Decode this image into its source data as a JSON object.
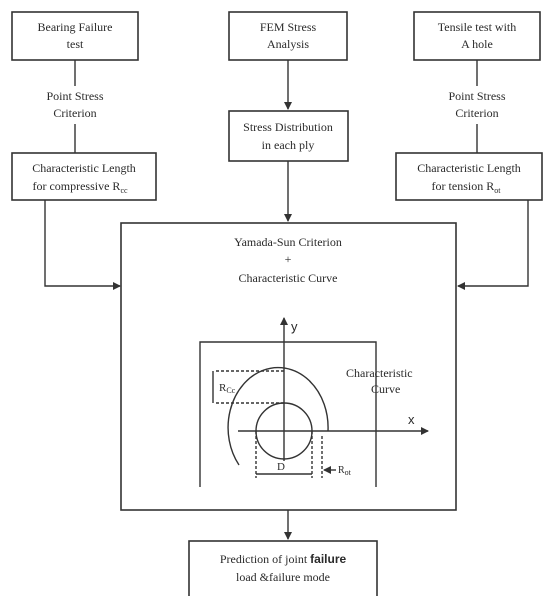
{
  "boxes": {
    "bearing_failure": {
      "line1": "Bearing Failure",
      "line2": "test"
    },
    "fem_stress": {
      "line1": "FEM Stress",
      "line2": "Analysis"
    },
    "tensile_test": {
      "line1": "Tensile test with",
      "line2": "A hole"
    },
    "stress_distribution": {
      "line1": "Stress Distribution",
      "line2": "in each ply"
    },
    "char_length_comp": {
      "line1": "Characteristic Length",
      "line2_main": "for compressive R",
      "line2_sub": "cc"
    },
    "char_length_tension": {
      "line1": "Characteristic Length",
      "line2_main": "for tension R",
      "line2_sub": "ot"
    },
    "main": {
      "line1": "Yamada-Sun Criterion",
      "line2": "+",
      "line3": "Characteristic Curve"
    },
    "prediction": {
      "line1_main": "Prediction of joint ",
      "line1_bold": "failure",
      "line2": "load &failure mode"
    }
  },
  "labels": {
    "point_stress_left": {
      "line1": "Point Stress",
      "line2": "Criterion"
    },
    "point_stress_right": {
      "line1": "Point Stress",
      "line2": "Criterion"
    }
  },
  "inner_diagram": {
    "axis_y": "y",
    "axis_x": "x",
    "rcc_main": "R",
    "rcc_sub": "Cc",
    "rot_main": "R",
    "rot_sub": "ot",
    "diameter": "D",
    "curve_line1": "Characteristic",
    "curve_line2": "Curve"
  }
}
